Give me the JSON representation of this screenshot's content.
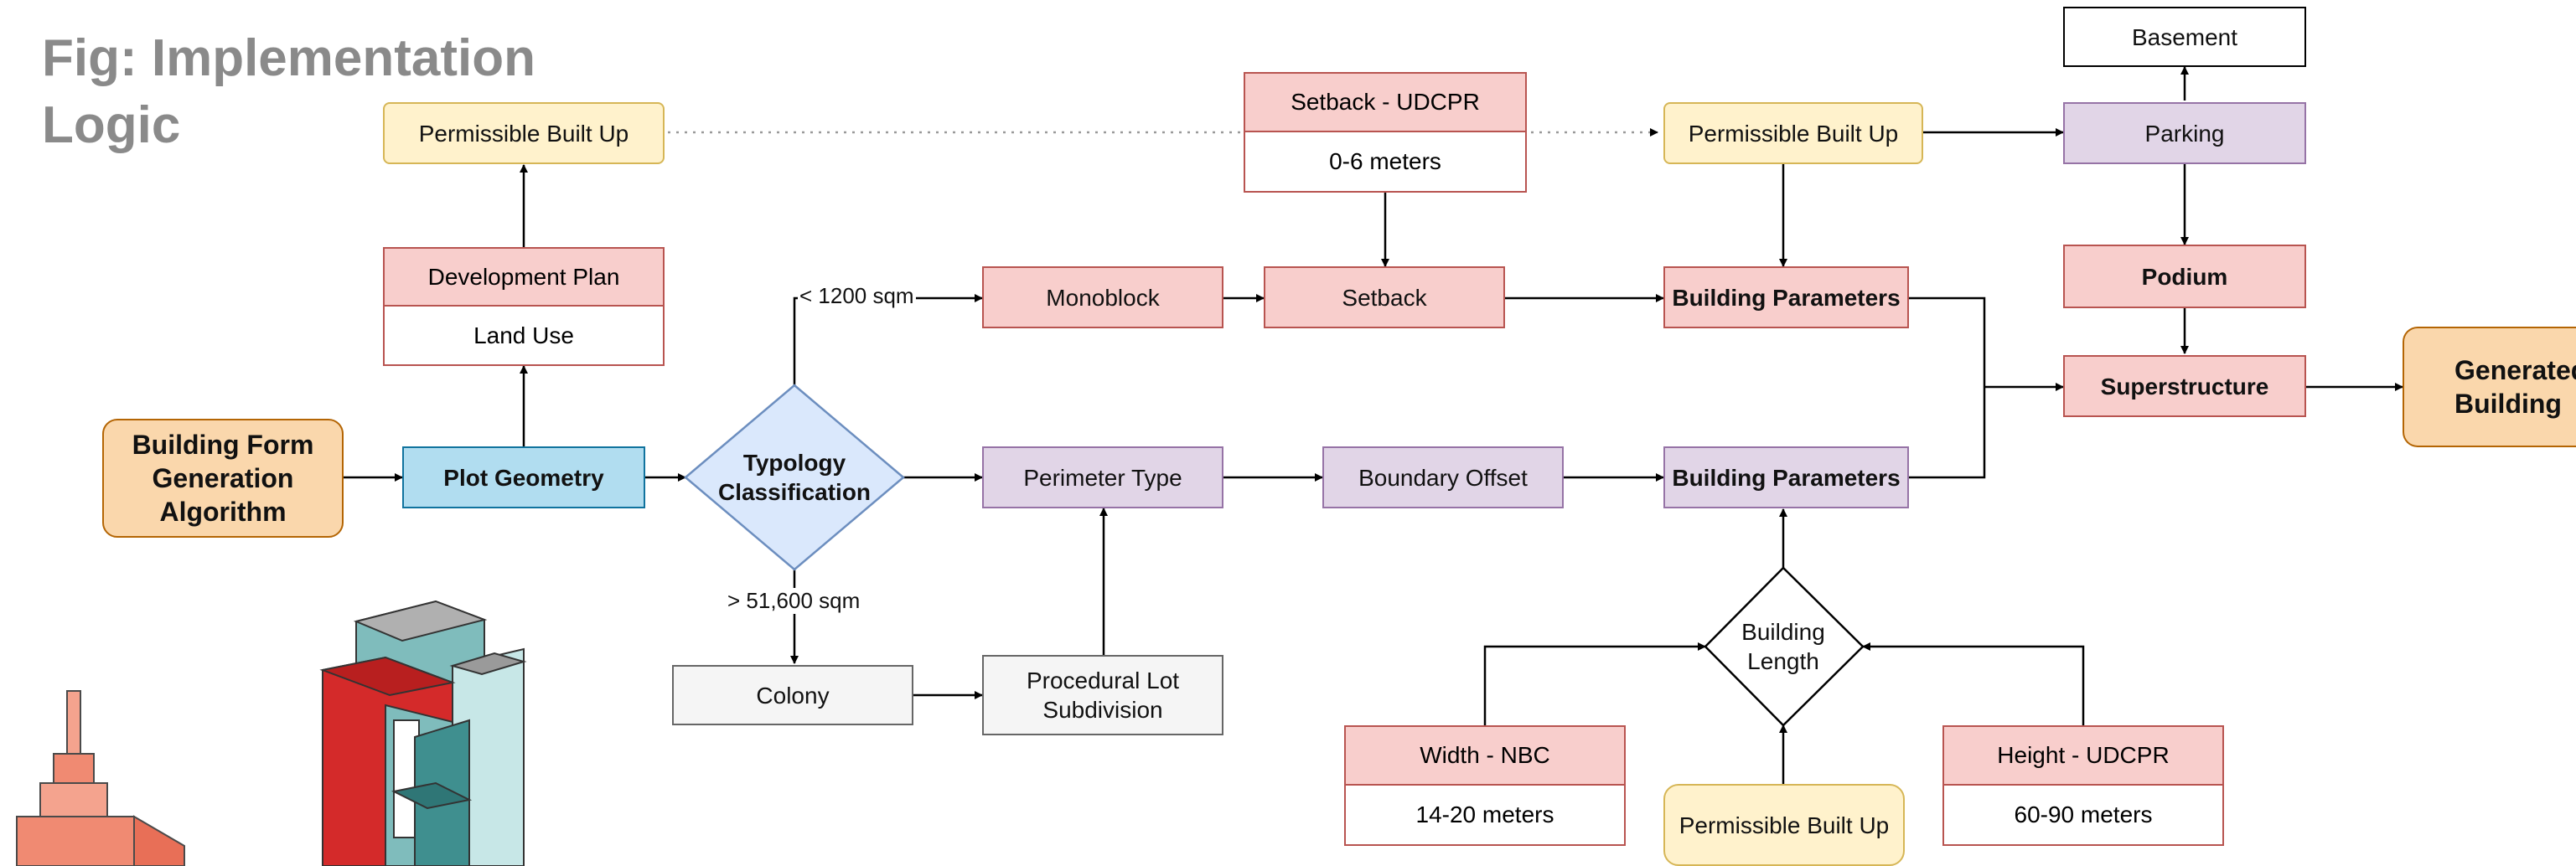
{
  "caption": "Fig: Implementation Logic",
  "nodes": {
    "algorithm": "Building Form Generation Algorithm",
    "plot_geometry": "Plot Geometry",
    "development_plan": "Development Plan",
    "land_use": "Land Use",
    "permissible_top_left": "Permissible Built Up",
    "typology": "Typology Classification",
    "monoblock": "Monoblock",
    "setback_udcpr_title": "Setback - UDCPR",
    "setback_udcpr_value": "0-6 meters",
    "setback": "Setback",
    "permissible_top_right": "Permissible Built Up",
    "building_params_top": "Building Parameters",
    "perimeter_type": "Perimeter Type",
    "boundary_offset": "Boundary Offset",
    "building_params_bottom": "Building Parameters",
    "colony": "Colony",
    "procedural_lot": "Procedural Lot Subdivision",
    "building_length": "Building Length",
    "width_nbc_title": "Width - NBC",
    "width_nbc_value": "14-20 meters",
    "height_udcpr_title": "Height - UDCPR",
    "height_udcpr_value": "60-90 meters",
    "permissible_bottom": "Permissible Built Up",
    "basement": "Basement",
    "parking": "Parking",
    "podium": "Podium",
    "superstructure": "Superstructure",
    "generated": "Generated Building"
  },
  "edge_labels": {
    "small_plot": "< 1200 sqm",
    "large_plot": "> 51,600 sqm"
  }
}
